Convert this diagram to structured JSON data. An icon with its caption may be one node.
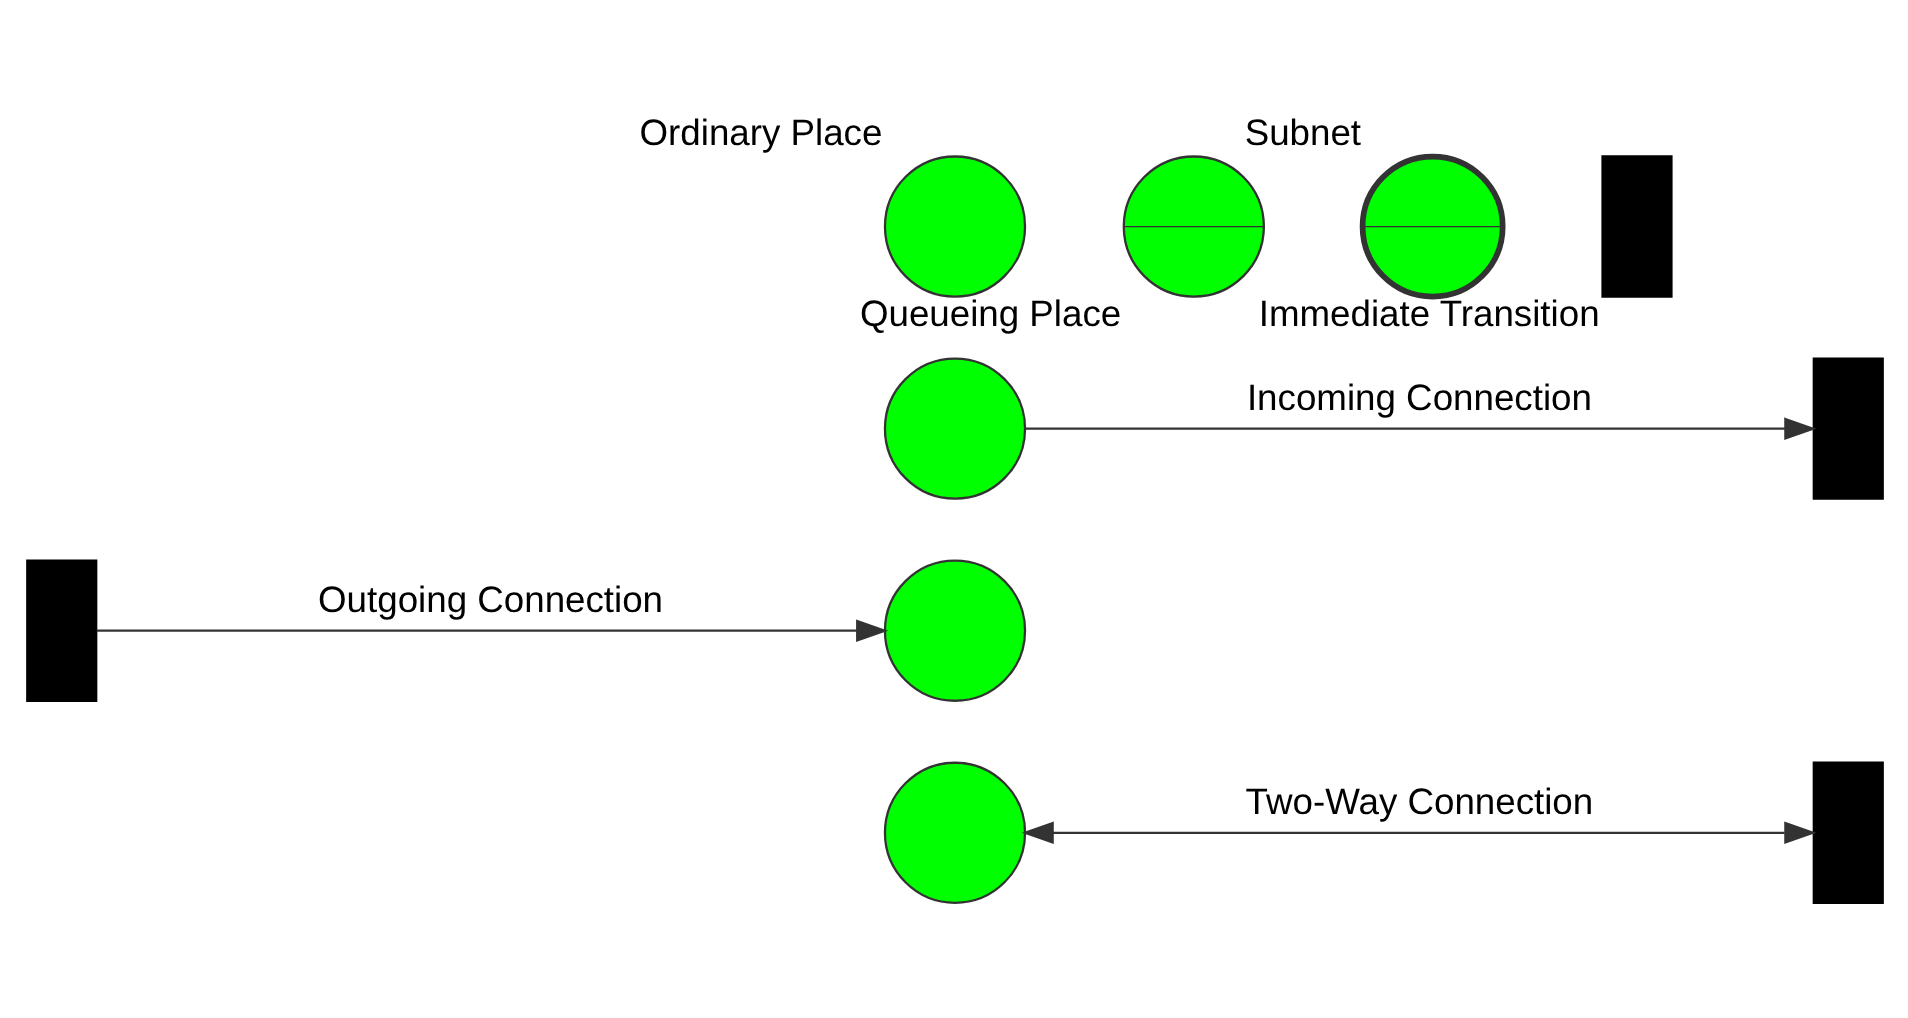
{
  "diagram": {
    "nodes": [
      {
        "text": [],
        "shape": "circle",
        "beside": [
          "Ordinary Place"
        ]
      },
      {
        "text": [],
        "shape": "circle",
        "beside": [
          "Queueing Place"
        ]
      },
      {
        "text": [],
        "shape": "circle",
        "beside": [
          "Subnet"
        ]
      },
      {
        "text": [],
        "shape": "bar",
        "beside": [
          "Immediate Transition"
        ]
      },
      {
        "text": [],
        "shape": "circle"
      },
      {
        "text": [],
        "shape": "bar"
      },
      {
        "text": [],
        "shape": "circle"
      },
      {
        "text": [],
        "shape": "bar"
      },
      {
        "text": [],
        "shape": "circle"
      },
      {
        "text": [],
        "shape": "bar"
      }
    ],
    "edges": [
      {
        "from": 4,
        "to": 5,
        "arrow": "to",
        "label": "Incoming Connection"
      },
      {
        "from": 7,
        "to": 6,
        "arrow": "to",
        "label": "Outgoing Connection"
      },
      {
        "from": 8,
        "to": 9,
        "arrow": "both",
        "label": "Two-Way Connection"
      }
    ]
  }
}
